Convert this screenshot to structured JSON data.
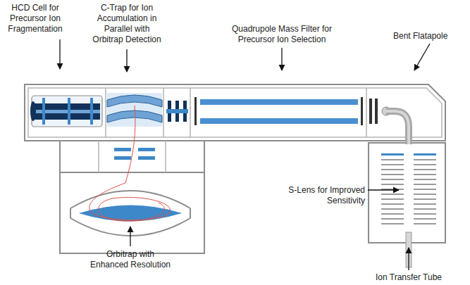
{
  "diagram": {
    "labels": [
      "HCD Cell for Precursor Ion Fragmentation",
      "C-Trap for Ion Accumulation in Parallel with Orbitrap Detection",
      "Quadrupole Mass Filter for Precursor Ion Selection",
      "Bent Flatapole",
      "S-Lens for Improved Sensitivity",
      "Orbitrap with Enhanced Resolution",
      "Ion Transfer Tube"
    ]
  }
}
